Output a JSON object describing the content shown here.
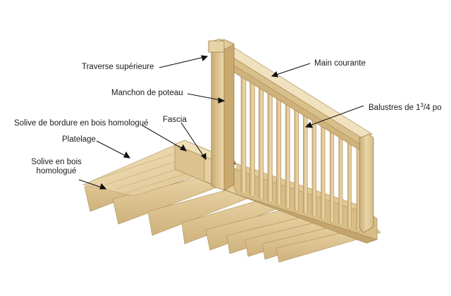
{
  "labels": {
    "traverse": "Traverse supérieure",
    "main_courante": "Main courante",
    "manchon": "Manchon de poteau",
    "balustres_pre": "Balustres de 1",
    "balustres_sup": "3",
    "balustres_sub": "/4",
    "balustres_post": " po",
    "solive_bordure": "Solive de bordure en bois homologué",
    "fascia": "Fascia",
    "platelage": "Platelage",
    "solive_line1": "Solive en bois",
    "solive_line2": "homologué"
  },
  "colors": {
    "wood_light": "#eedcb2",
    "wood_mid": "#dcc28e",
    "wood_dark": "#c2a46c",
    "wood_shadow": "#a98c58",
    "line": "#111111"
  }
}
